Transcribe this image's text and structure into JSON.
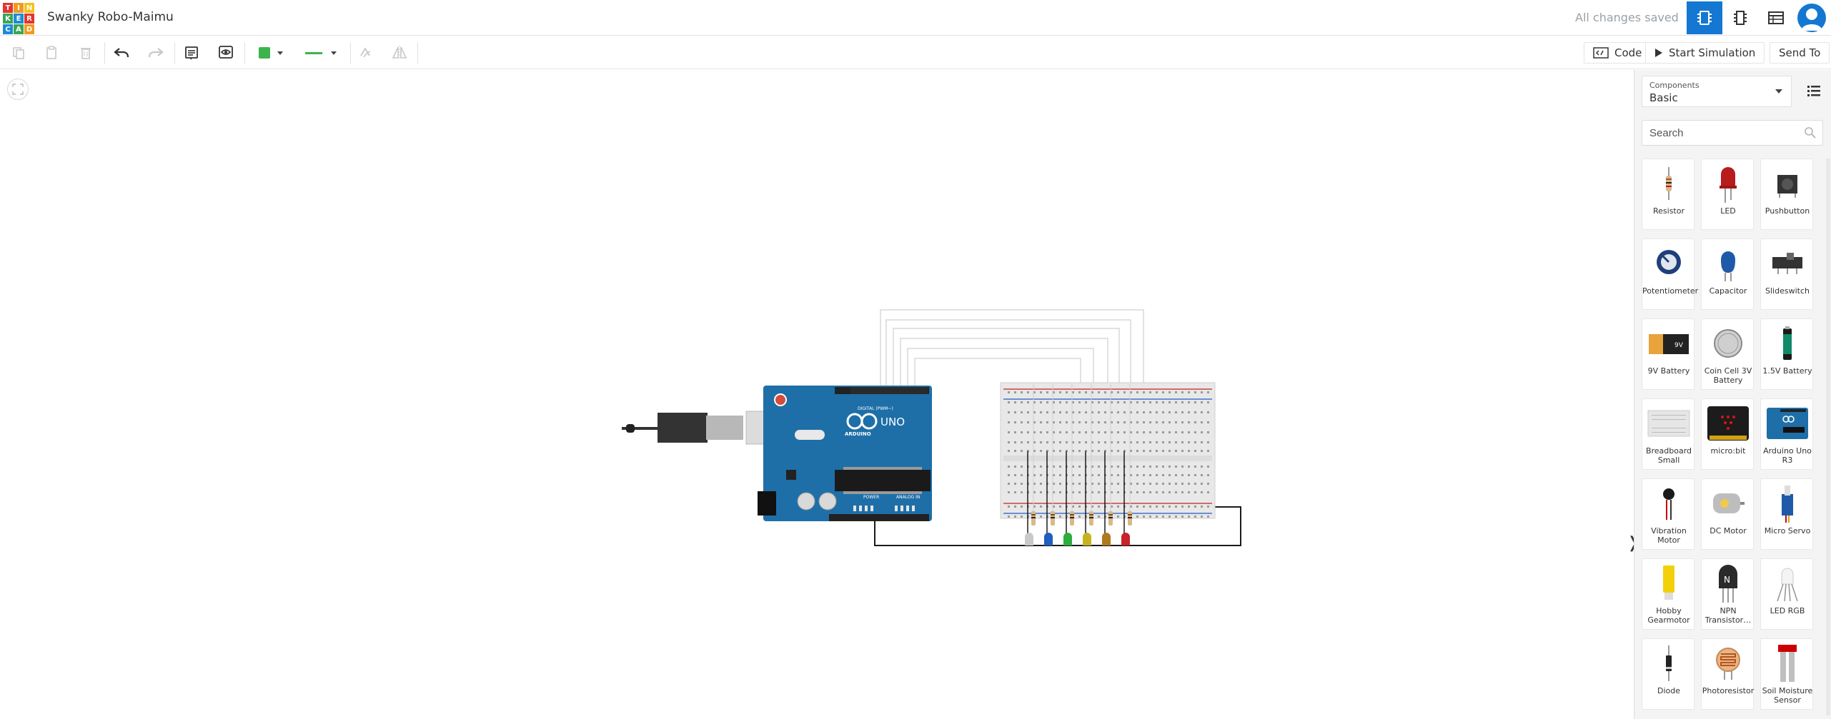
{
  "app": {
    "logo_letters": [
      "T",
      "I",
      "N",
      "K",
      "E",
      "R",
      "C",
      "A",
      "D"
    ],
    "logo_colors": [
      "#e4342f",
      "#f09a21",
      "#f5c21b",
      "#3aa656",
      "#1c8cd6",
      "#e4342f",
      "#1c8cd6",
      "#3aa656",
      "#f09a21"
    ],
    "project_title": "Swanky Robo-Maimu",
    "save_status": "All changes saved",
    "accent": "#1477d1"
  },
  "toolbar": {
    "code_label": "Code",
    "start_sim_label": "Start Simulation",
    "send_to_label": "Send To",
    "wire_color": "#3cb44b"
  },
  "panel": {
    "components_label": "Components",
    "components_value": "Basic",
    "search_placeholder": "Search",
    "collapse_glyph": "❭",
    "items": [
      {
        "label": "Resistor",
        "icon": "resistor-icon"
      },
      {
        "label": "LED",
        "icon": "led-icon"
      },
      {
        "label": "Pushbutton",
        "icon": "pushbutton-icon"
      },
      {
        "label": "Potentiometer",
        "icon": "potentiometer-icon"
      },
      {
        "label": "Capacitor",
        "icon": "capacitor-icon"
      },
      {
        "label": "Slideswitch",
        "icon": "slideswitch-icon"
      },
      {
        "label": "9V Battery",
        "icon": "battery-9v-icon"
      },
      {
        "label": "Coin Cell 3V Battery",
        "icon": "coin-cell-icon"
      },
      {
        "label": "1.5V Battery",
        "icon": "battery-aa-icon"
      },
      {
        "label": "Breadboard Small",
        "icon": "breadboard-icon"
      },
      {
        "label": "micro:bit",
        "icon": "microbit-icon"
      },
      {
        "label": "Arduino Uno R3",
        "icon": "arduino-icon"
      },
      {
        "label": "Vibration Motor",
        "icon": "vibration-motor-icon"
      },
      {
        "label": "DC Motor",
        "icon": "dc-motor-icon"
      },
      {
        "label": "Micro Servo",
        "icon": "micro-servo-icon"
      },
      {
        "label": "Hobby Gearmotor",
        "icon": "gearmotor-icon"
      },
      {
        "label": "NPN Transistor…",
        "icon": "transistor-icon"
      },
      {
        "label": "LED RGB",
        "icon": "led-rgb-icon"
      },
      {
        "label": "Diode",
        "icon": "diode-icon"
      },
      {
        "label": "Photoresistor",
        "icon": "photoresistor-icon"
      },
      {
        "label": "Soil Moisture Sensor",
        "icon": "soil-sensor-icon"
      }
    ]
  },
  "circuit": {
    "board_label": "UNO",
    "board_brand": "ARDUINO",
    "digital_label": "DIGITAL (PWM~)",
    "power_label": "POWER",
    "analog_label": "ANALOG IN",
    "transistor_letter": "N",
    "led_colors": [
      "#c9c9c9",
      "#1f5fbf",
      "#2cae3a",
      "#c7b321",
      "#b07a1e",
      "#c8222a"
    ]
  }
}
